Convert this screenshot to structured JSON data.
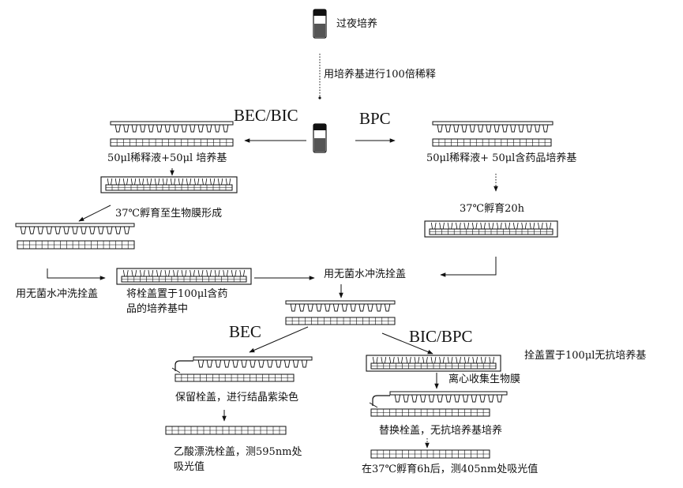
{
  "colors": {
    "ink": "#111111",
    "tube_fill": "#555555",
    "background": "#ffffff"
  },
  "start": {
    "culture": "过夜培养",
    "dilution": "用培养基进行100倍稀释"
  },
  "branches": {
    "left": "BEC/BIC",
    "right": "BPC"
  },
  "left_column": {
    "mix": "50μl稀释液+50μl 培养基",
    "incubate": "37℃孵育至生物膜形成",
    "rinse": "用无菌水冲洗拴盖",
    "transfer_line1": "将栓盖置于100μl含药",
    "transfer_line2": "品的培养基中"
  },
  "right_column": {
    "mix": "50μl稀释液+ 50μl含药品培养基",
    "incubate": "37℃孵育20h"
  },
  "center": {
    "rinse": "用无菌水冲洗拴盖"
  },
  "bec_branch": {
    "title": "BEC",
    "stain": "保留栓盖，进行结晶紫染色",
    "measure_line1": "乙酸漂洗栓盖，测595nm处",
    "measure_line2": "吸光值"
  },
  "bic_branch": {
    "title": "BIC/BPC",
    "place": "拴盖置于100μl无抗培养基",
    "centrifuge": "离心收集生物膜",
    "replace": "替换栓盖，无抗培养基培养",
    "measure": "在37℃孵育6h后，测405nm处吸光值"
  }
}
